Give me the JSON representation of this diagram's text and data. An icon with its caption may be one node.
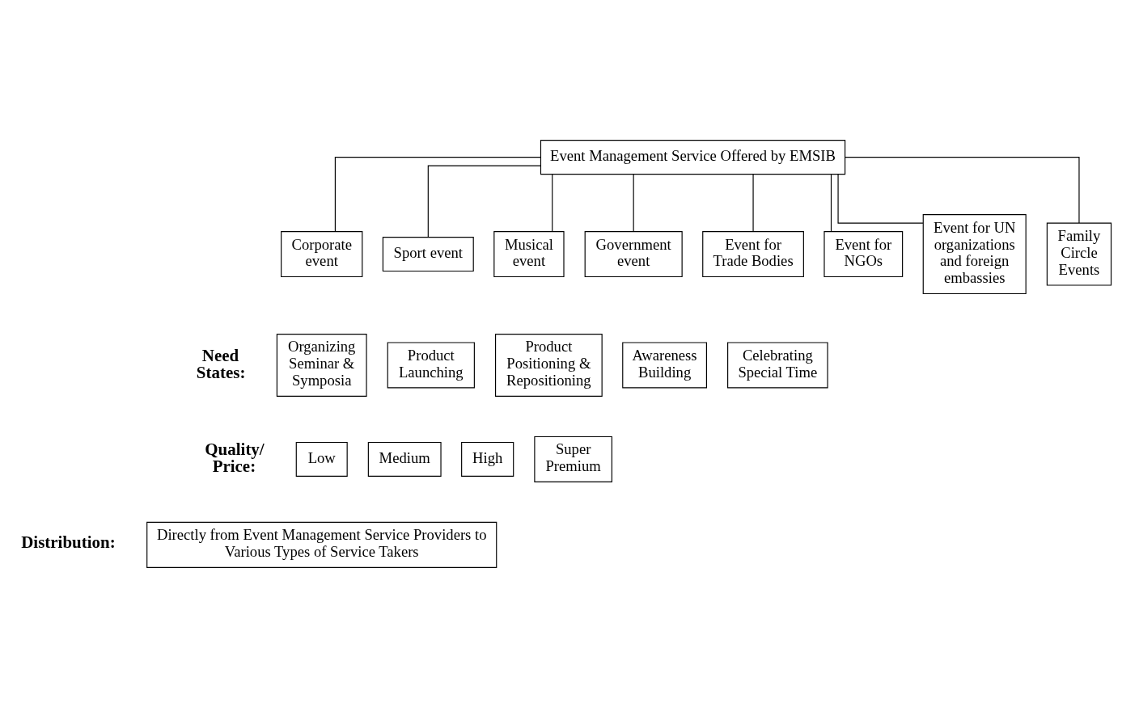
{
  "diagram": {
    "nodes": [
      {
        "text": [
          "Event Management Service Offered by EMSIB"
        ]
      },
      {
        "text": [
          "Corporate event"
        ]
      },
      {
        "text": [
          "Sport event"
        ]
      },
      {
        "text": [
          "Musical event"
        ]
      },
      {
        "text": [
          "Government event"
        ]
      },
      {
        "text": [
          "Event for Trade Bodies"
        ]
      },
      {
        "text": [
          "Event for NGOs"
        ]
      },
      {
        "text": [
          "Event for UN organizations and foreign embassies"
        ]
      },
      {
        "text": [
          "Family Circle Events"
        ]
      },
      {
        "text": [
          "Organizing Seminar & Symposia"
        ]
      },
      {
        "text": [
          "Product Launching"
        ]
      },
      {
        "text": [
          "Product Positioning & Repositioning"
        ]
      },
      {
        "text": [
          "Awareness Building"
        ]
      },
      {
        "text": [
          "Celebrating Special Time"
        ]
      },
      {
        "text": [
          "Low"
        ]
      },
      {
        "text": [
          "Medium"
        ]
      },
      {
        "text": [
          "High"
        ]
      },
      {
        "text": [
          "Super Premium"
        ]
      },
      {
        "text": [
          "Directly from Event Management Service Providers to Various Types of Service Takers"
        ]
      }
    ],
    "edges": [
      {
        "from": 0,
        "to": 1,
        "arrow": "none"
      },
      {
        "from": 0,
        "to": 2,
        "arrow": "none"
      },
      {
        "from": 0,
        "to": 3,
        "arrow": "none"
      },
      {
        "from": 0,
        "to": 4,
        "arrow": "none"
      },
      {
        "from": 0,
        "to": 5,
        "arrow": "none"
      },
      {
        "from": 0,
        "to": 6,
        "arrow": "none"
      },
      {
        "from": 0,
        "to": 7,
        "arrow": "none"
      },
      {
        "from": 0,
        "to": 8,
        "arrow": "none"
      }
    ],
    "labels": [
      "Need States:",
      "Quality/ Price:",
      "Distribution:"
    ]
  }
}
